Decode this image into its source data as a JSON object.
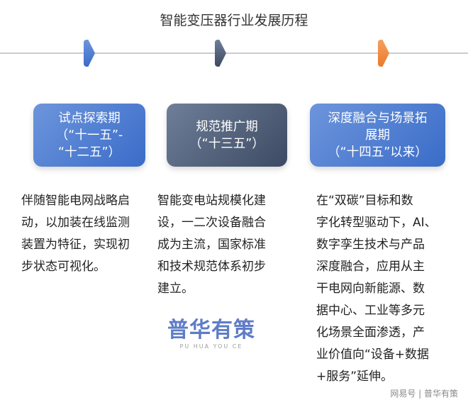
{
  "title": "智能变压器行业发展历程",
  "colors": {
    "stage1": "#4a78d0",
    "stage2": "#4a5a78",
    "stage3": "#f08a3c",
    "line": "#c9ccd2"
  },
  "stages": [
    {
      "name": "试点探索期",
      "period": "（“十一五”-\n“十二五”）",
      "description": "伴随智能电网战略启\n动，以加装在线监测\n装置为特征，实现初\n步状态可视化。"
    },
    {
      "name": "规范推广期",
      "period": "（“十三五”）",
      "description": "智能变电站规模化建\n设，一二次设备融合\n成为主流，国家标准\n和技术规范体系初步\n建立。"
    },
    {
      "name": "深度融合与场景拓\n展期",
      "period": "（“十四五”以来）",
      "description": "在“双碳”目标和数\n字化转型驱动下，AI、\n数字孪生技术与产品\n深度融合，应用从主\n干电网向新能源、数\n据中心、工业等多元\n化场景全面渗透，产\n业价值向“设备+数据\n+服务”延伸。"
    }
  ],
  "watermark": {
    "text": "普华有策",
    "sub": "PU HUA YOU CE"
  },
  "footer": "网易号 | 普华有策"
}
